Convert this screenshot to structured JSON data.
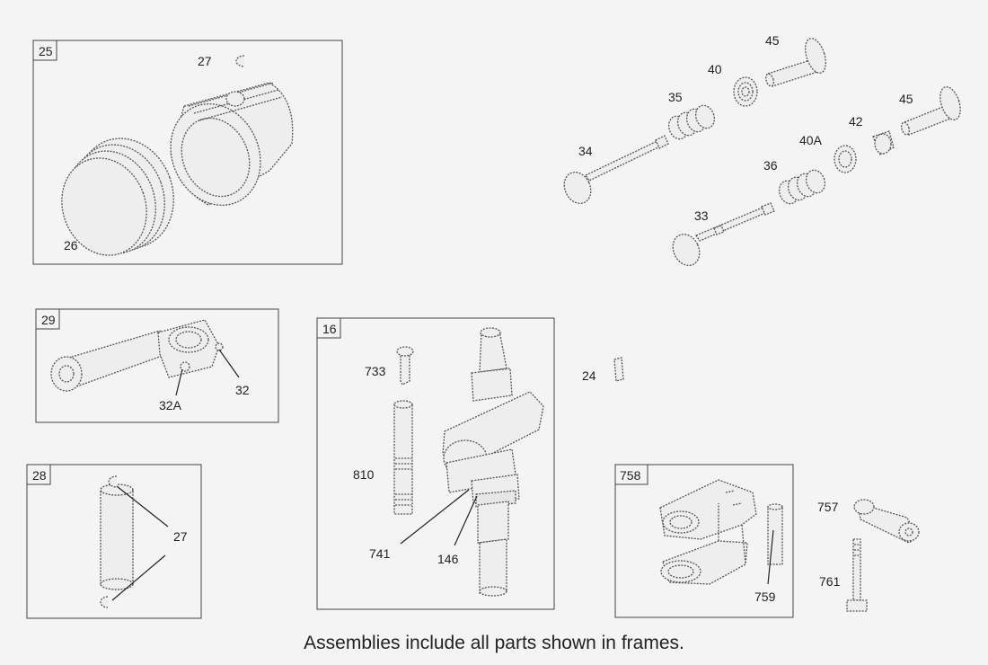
{
  "frames": {
    "piston": "25",
    "connecting_rod": "29",
    "pin": "28",
    "crankshaft": "16",
    "rocker": "758"
  },
  "callouts": {
    "c27_top": "27",
    "c26": "26",
    "c45_top": "45",
    "c40": "40",
    "c35": "35",
    "c34": "34",
    "c45_right": "45",
    "c42": "42",
    "c40a": "40A",
    "c36": "36",
    "c33": "33",
    "c32": "32",
    "c32a": "32A",
    "c27_pin": "27",
    "c733": "733",
    "c810": "810",
    "c741": "741",
    "c146": "146",
    "c24": "24",
    "c757": "757",
    "c761": "761",
    "c759": "759"
  },
  "footer": "Assemblies include all parts shown in frames."
}
